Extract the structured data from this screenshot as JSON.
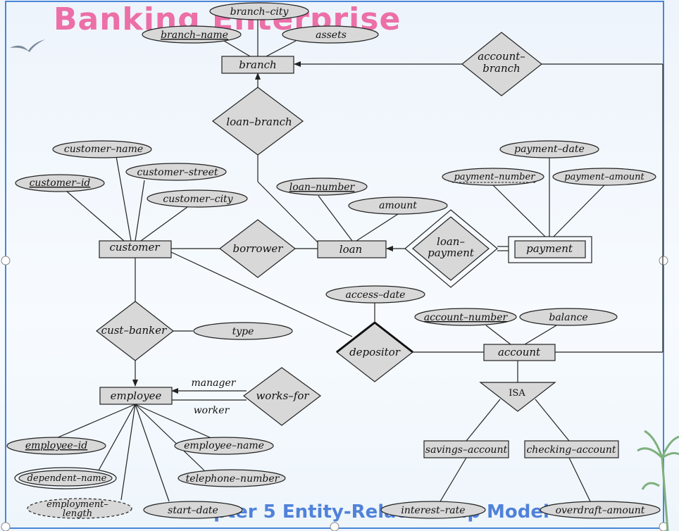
{
  "slide": {
    "title": "Banking Enterprise",
    "footer": "Chapter 5 Entity-Relationship Model",
    "frame_color": "#4a86d8"
  },
  "diagram": {
    "entities": {
      "branch": "branch",
      "customer": "customer",
      "loan": "loan",
      "payment": "payment",
      "employee": "employee",
      "account": "account",
      "savings_account": "savings–account",
      "checking_account": "checking–account"
    },
    "relationships": {
      "account_branch": [
        "account–",
        "branch"
      ],
      "loan_branch": "loan–branch",
      "borrower": "borrower",
      "loan_payment": [
        "loan–",
        "payment"
      ],
      "cust_banker": "cust–banker",
      "depositor": "depositor",
      "works_for": "works–for",
      "isa": "ISA"
    },
    "attributes": {
      "branch_city": "branch–city",
      "branch_name": "branch–name",
      "assets": "assets",
      "customer_name": "customer–name",
      "customer_street": "customer–street",
      "customer_id": "customer–id",
      "customer_city": "customer–city",
      "loan_number": "loan–number",
      "amount": "amount",
      "payment_date": "payment–date",
      "payment_number": "payment–number",
      "payment_amount": "payment–amount",
      "access_date": "access–date",
      "account_number": "account–number",
      "balance": "balance",
      "type": "type",
      "employee_id": "employee–id",
      "employee_name": "employee–name",
      "dependent_name": "dependent–name",
      "telephone_number": "telephone–number",
      "employment_length": [
        "employment–",
        "length"
      ],
      "start_date": "start–date",
      "interest_rate": "interest–rate",
      "overdraft_amount": "overdraft–amount"
    },
    "role_labels": {
      "manager": "manager",
      "worker": "worker"
    },
    "colors": {
      "shape_fill": "#d8d8d8",
      "stroke": "#222222"
    }
  }
}
